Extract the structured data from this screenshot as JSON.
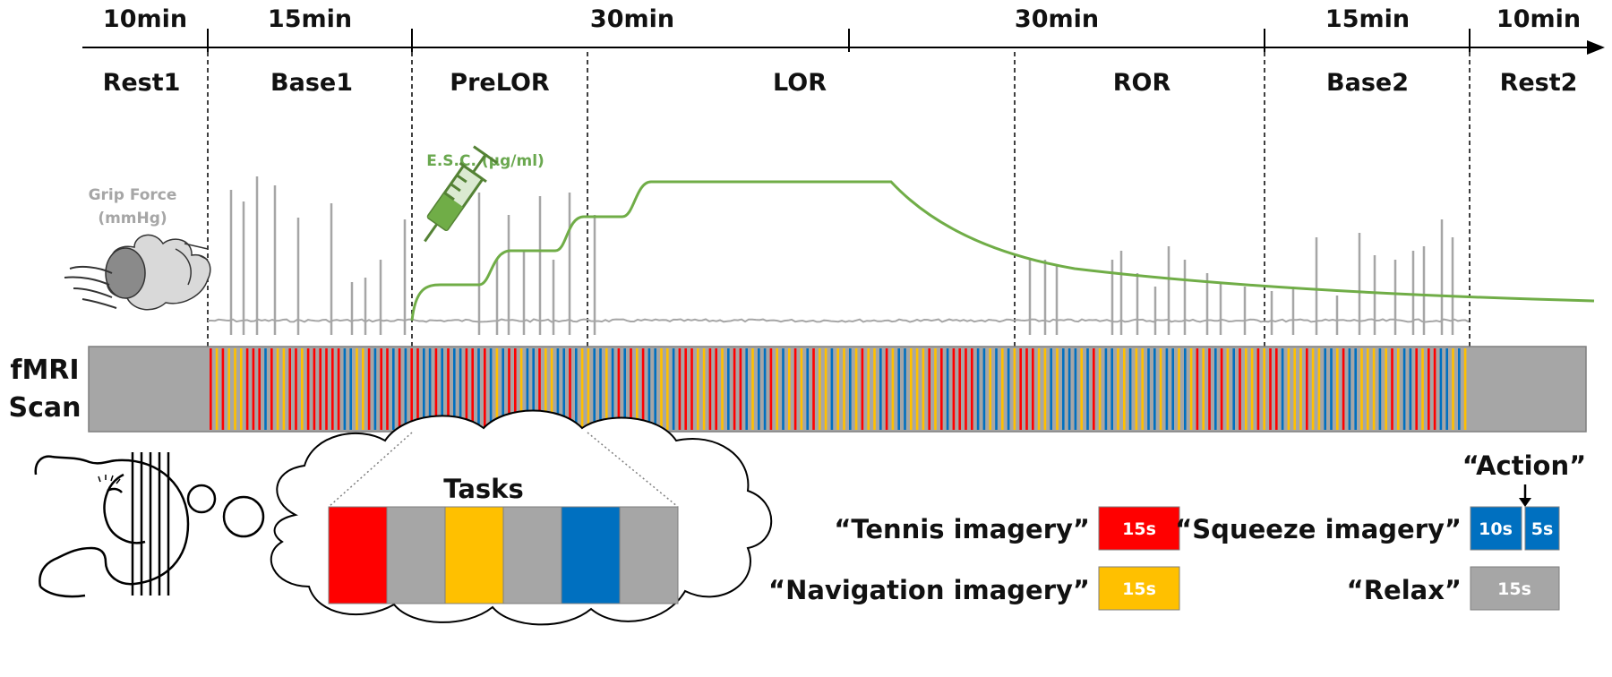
{
  "timeline": {
    "durations": [
      "10min",
      "15min",
      "30min",
      "30min",
      "15min",
      "10min"
    ],
    "phases": [
      "Rest1",
      "Base1",
      "PreLOR",
      "LOR",
      "ROR",
      "Base2",
      "Rest2"
    ]
  },
  "signals": {
    "grip_label_line1": "Grip Force",
    "grip_label_line2": "(mmHg)",
    "esc_label": "E.S.C. (μg/ml)"
  },
  "scan": {
    "label_line1": "fMRI",
    "label_line2": "Scan"
  },
  "tasks": {
    "title": "Tasks"
  },
  "legend": {
    "tennis": {
      "label": "“Tennis imagery”",
      "duration": "15s",
      "color": "#ff0000"
    },
    "navigation": {
      "label": "“Navigation imagery”",
      "duration": "15s",
      "color": "#ffc000"
    },
    "squeeze": {
      "label": "“Squeeze imagery”",
      "duration_a": "10s",
      "duration_b": "5s",
      "color": "#0070c0"
    },
    "relax": {
      "label": "“Relax”",
      "duration": "15s",
      "color": "#a6a6a6"
    },
    "action": "“Action”"
  },
  "colors": {
    "tennis": "#ff0000",
    "navigation": "#ffc000",
    "squeeze": "#0070c0",
    "relax": "#a6a6a6",
    "esc_curve": "#70ad47",
    "grip_trace": "#a6a6a6"
  }
}
